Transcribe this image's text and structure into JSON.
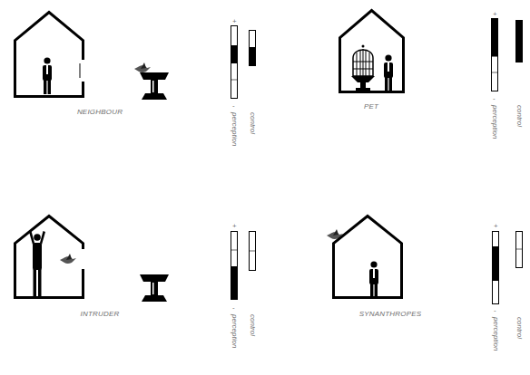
{
  "diagram": {
    "nodes": [
      {
        "text": [
          "NEIGHBOUR"
        ]
      },
      {
        "text": [
          "PET"
        ]
      },
      {
        "text": [
          "INTRUDER"
        ]
      },
      {
        "text": [
          "SYNANTHROPES"
        ]
      }
    ],
    "labels": [
      "+",
      "-",
      "perception",
      "control",
      "+",
      "-",
      "perception",
      "control",
      "+",
      "-",
      "perception",
      "control",
      "+",
      "-",
      "perception",
      "control"
    ]
  }
}
